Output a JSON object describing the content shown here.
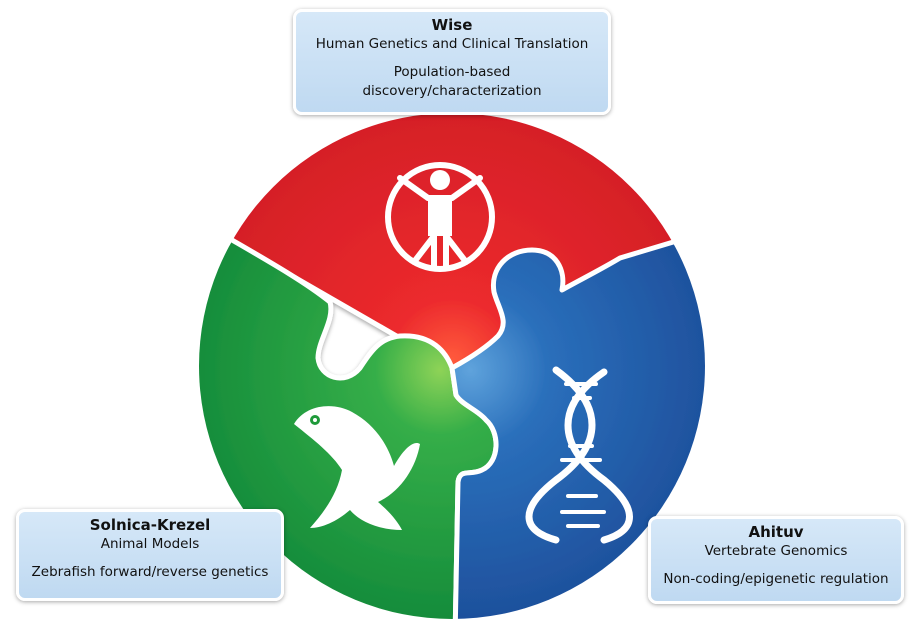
{
  "callouts": {
    "wise": {
      "name": "Wise",
      "subtitle": "Human Genetics and Clinical Translation",
      "detail_line1": "Population-based",
      "detail_line2": "discovery/characterization"
    },
    "solnica": {
      "name": "Solnica-Krezel",
      "subtitle": "Animal Models",
      "detail": "Zebrafish forward/reverse genetics"
    },
    "ahituv": {
      "name": "Ahituv",
      "subtitle": "Vertebrate Genomics",
      "detail": "Non-coding/epigenetic regulation"
    }
  },
  "pieces": [
    {
      "id": "red",
      "icon": "vitruvian-man-icon",
      "color": "#e8242c"
    },
    {
      "id": "green",
      "icon": "fish-icon",
      "color": "#1f9a3a"
    },
    {
      "id": "blue",
      "icon": "dna-helix-icon",
      "color": "#1f5aa6"
    }
  ],
  "colors": {
    "red": "#e8242c",
    "green": "#1f9a3a",
    "blue": "#1f5aa6",
    "callout_fill": "#c9e0f5"
  }
}
